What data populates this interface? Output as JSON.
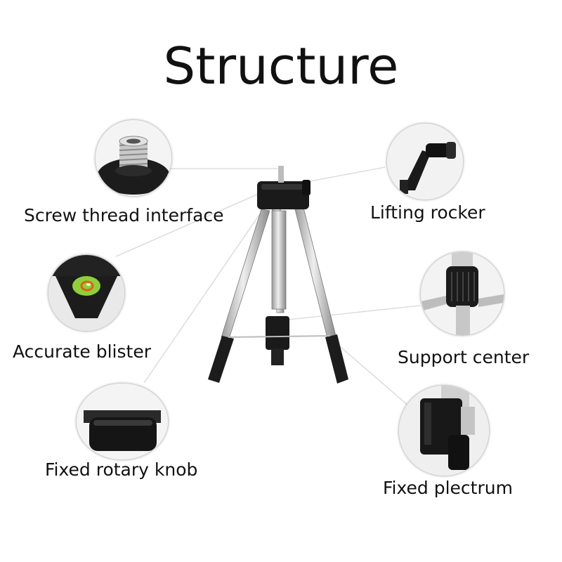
{
  "title": "Structure",
  "parts": {
    "screw_thread": "Screw thread interface",
    "lifting_rocker": "Lifting rocker",
    "accurate_blister": "Accurate blister",
    "support_center": "Support center",
    "fixed_rotary_knob": "Fixed rotary knob",
    "fixed_plectrum": "Fixed plectrum"
  },
  "colors": {
    "text": "#111111",
    "metal": "#c8c8c8",
    "plastic": "#1a1a1a",
    "bubble_green": "#8fcf3a",
    "bubble_ring": "#e0611a"
  }
}
